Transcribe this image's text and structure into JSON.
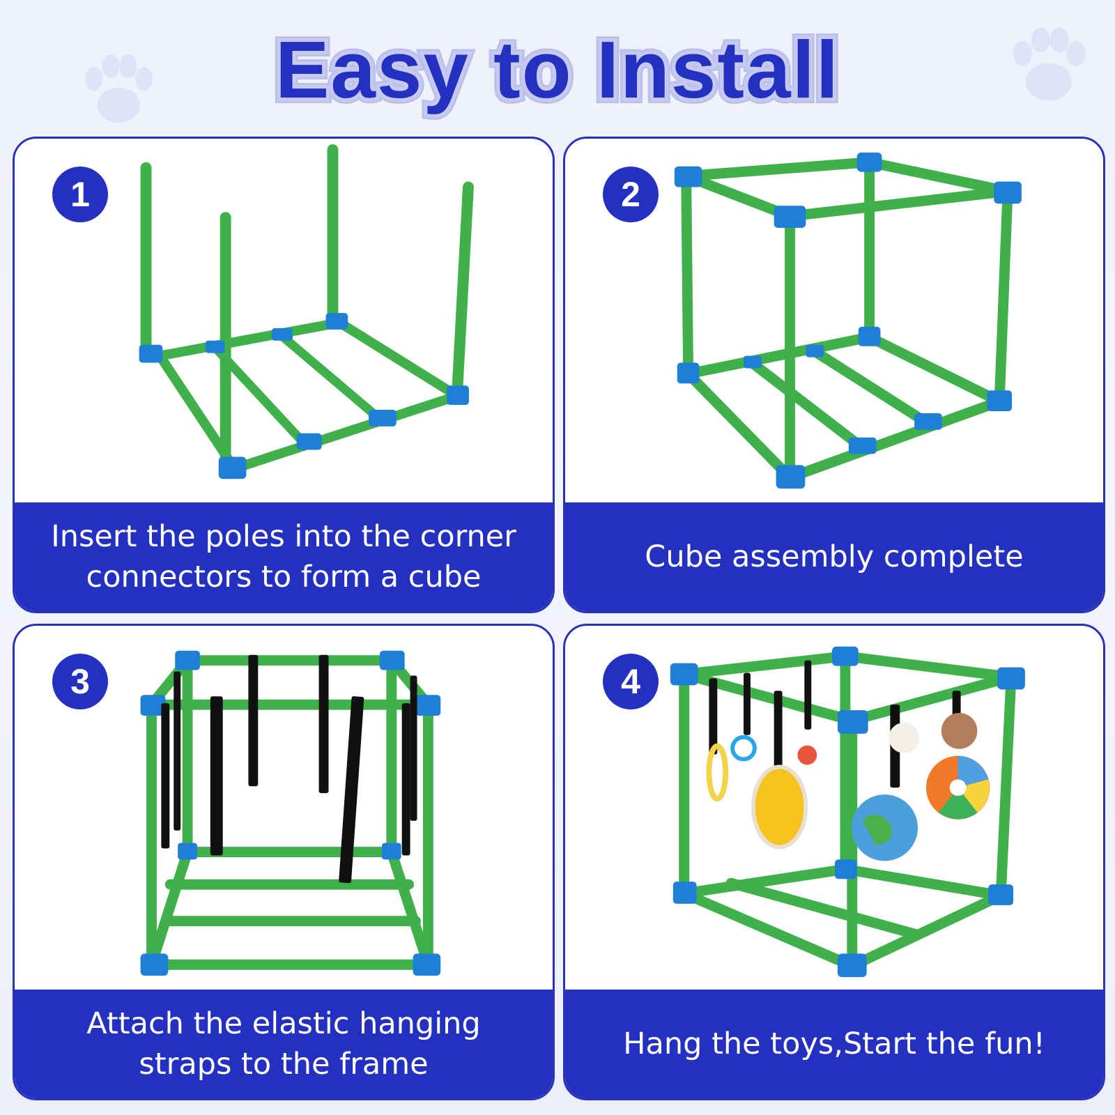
{
  "page": {
    "title": "Easy to Install",
    "accent_color": "#2330c0",
    "pipe_color": "#3fb04a",
    "connector_color": "#1f7fd6"
  },
  "steps": [
    {
      "number": "1",
      "line1": "Insert the poles into the corner",
      "line2": "connectors to form a cube"
    },
    {
      "number": "2",
      "line1": "Cube assembly complete",
      "line2": ""
    },
    {
      "number": "3",
      "line1": "Attach the elastic hanging",
      "line2": "straps to the frame"
    },
    {
      "number": "4",
      "line1": "Hang the toys,Start the fun!",
      "line2": ""
    }
  ]
}
